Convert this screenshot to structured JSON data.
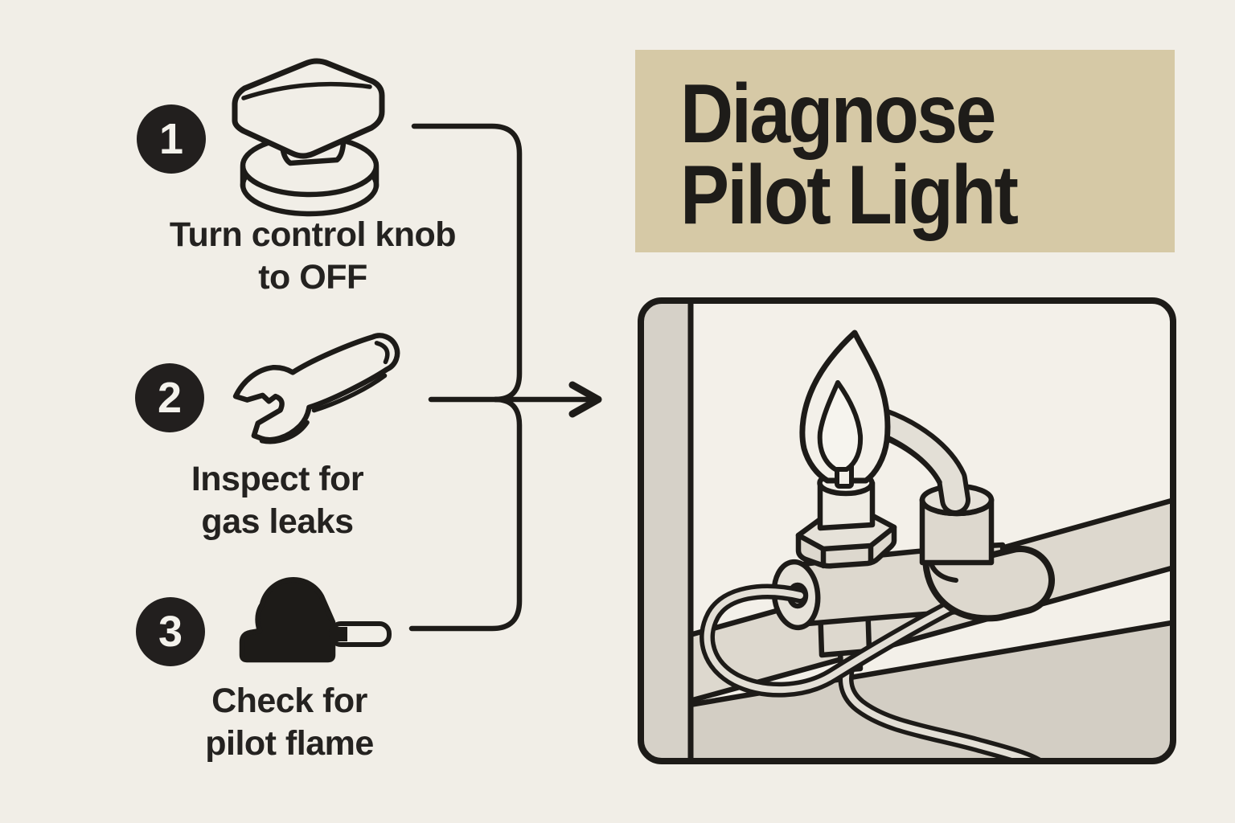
{
  "page": {
    "background_color": "#f1eee7",
    "line_color": "#1d1b18"
  },
  "title": {
    "label": "Diagnose\nPilot Light",
    "bg_color": "#d6c9a6",
    "text_color": "#1e1c19"
  },
  "steps": [
    {
      "number": "1",
      "label": "Turn control knob\nto OFF",
      "icon": "gas-control-knob"
    },
    {
      "number": "2",
      "label": "Inspect for\ngas leaks",
      "icon": "wrench"
    },
    {
      "number": "3",
      "label": "Check for\npilot flame",
      "icon": "igniter"
    }
  ],
  "connector": {
    "type": "bracket",
    "arrow_direction": "right"
  },
  "illustration": {
    "subject": "pilot-light-flame-on-gas-pipe-assembly",
    "frame_color": "#1d1b18",
    "interior_color": "#f3f0e9",
    "pipe_color": "#ddd8ce",
    "floor_color": "#d3cec4",
    "wall_strip_color": "#d6d1c8"
  }
}
